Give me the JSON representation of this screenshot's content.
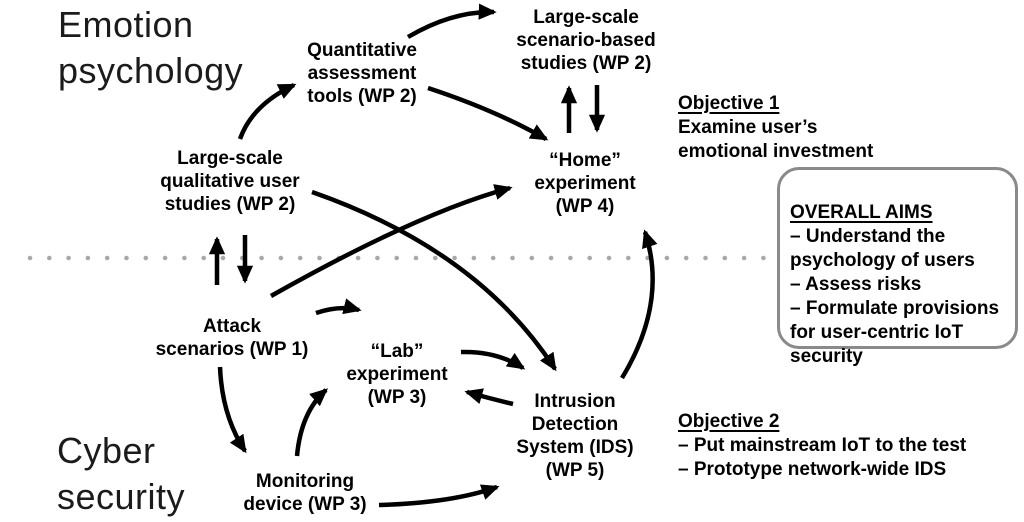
{
  "diagram": {
    "section_top": {
      "lines": [
        "Emotion",
        "psychology"
      ]
    },
    "section_bottom": {
      "lines": [
        "Cyber",
        "security"
      ]
    },
    "nodes": {
      "quantitative_tools": {
        "lines": [
          "Quantitative",
          "assessment",
          "tools (WP 2)"
        ]
      },
      "scenario_studies": {
        "lines": [
          "Large-scale",
          "scenario-based",
          "studies (WP 2)"
        ]
      },
      "qualitative_studies": {
        "lines": [
          "Large-scale",
          "qualitative user",
          "studies (WP 2)"
        ]
      },
      "home_experiment": {
        "lines": [
          "“Home”",
          "experiment",
          "(WP 4)"
        ]
      },
      "attack_scenarios": {
        "lines": [
          "Attack",
          "scenarios (WP 1)"
        ]
      },
      "lab_experiment": {
        "lines": [
          "“Lab”",
          "experiment",
          "(WP 3)"
        ]
      },
      "monitoring_device": {
        "lines": [
          "Monitoring",
          "device (WP 3)"
        ]
      },
      "ids": {
        "lines": [
          "Intrusion",
          "Detection",
          "System (IDS)",
          "(WP 5)"
        ]
      }
    },
    "objective_1": {
      "title": "Objective 1",
      "lines": [
        "Examine user’s",
        "emotional investment"
      ]
    },
    "objective_2": {
      "title": "Objective 2",
      "lines": [
        "– Put mainstream IoT to the test",
        "– Prototype network-wide IDS"
      ]
    },
    "overall_aims": {
      "title": "OVERALL AIMS",
      "lines": [
        "– Understand the",
        "psychology of users",
        "– Assess risks",
        "– Formulate provisions",
        "for user-centric IoT",
        "security"
      ]
    },
    "edges": [
      {
        "from": "qualitative_studies",
        "to": "quantitative_tools"
      },
      {
        "from": "quantitative_tools",
        "to": "scenario_studies"
      },
      {
        "from": "quantitative_tools",
        "to": "home_experiment"
      },
      {
        "from": "scenario_studies",
        "to": "home_experiment",
        "bidirectional": true
      },
      {
        "from": "qualitative_studies",
        "to": "attack_scenarios",
        "bidirectional": true
      },
      {
        "from": "qualitative_studies",
        "to": "ids"
      },
      {
        "from": "attack_scenarios",
        "to": "home_experiment"
      },
      {
        "from": "attack_scenarios",
        "to": "lab_experiment"
      },
      {
        "from": "attack_scenarios",
        "to": "monitoring_device"
      },
      {
        "from": "monitoring_device",
        "to": "lab_experiment"
      },
      {
        "from": "monitoring_device",
        "to": "ids"
      },
      {
        "from": "lab_experiment",
        "to": "ids"
      },
      {
        "from": "ids",
        "to": "lab_experiment"
      },
      {
        "from": "ids",
        "to": "home_experiment"
      }
    ],
    "colors": {
      "arrow": "#000000",
      "node_text": "#000000",
      "section_title_text": "#1b1b1b",
      "divider_dots": "#a8a8a8",
      "aims_box_border": "#8a8a8a",
      "background": "#ffffff"
    }
  }
}
